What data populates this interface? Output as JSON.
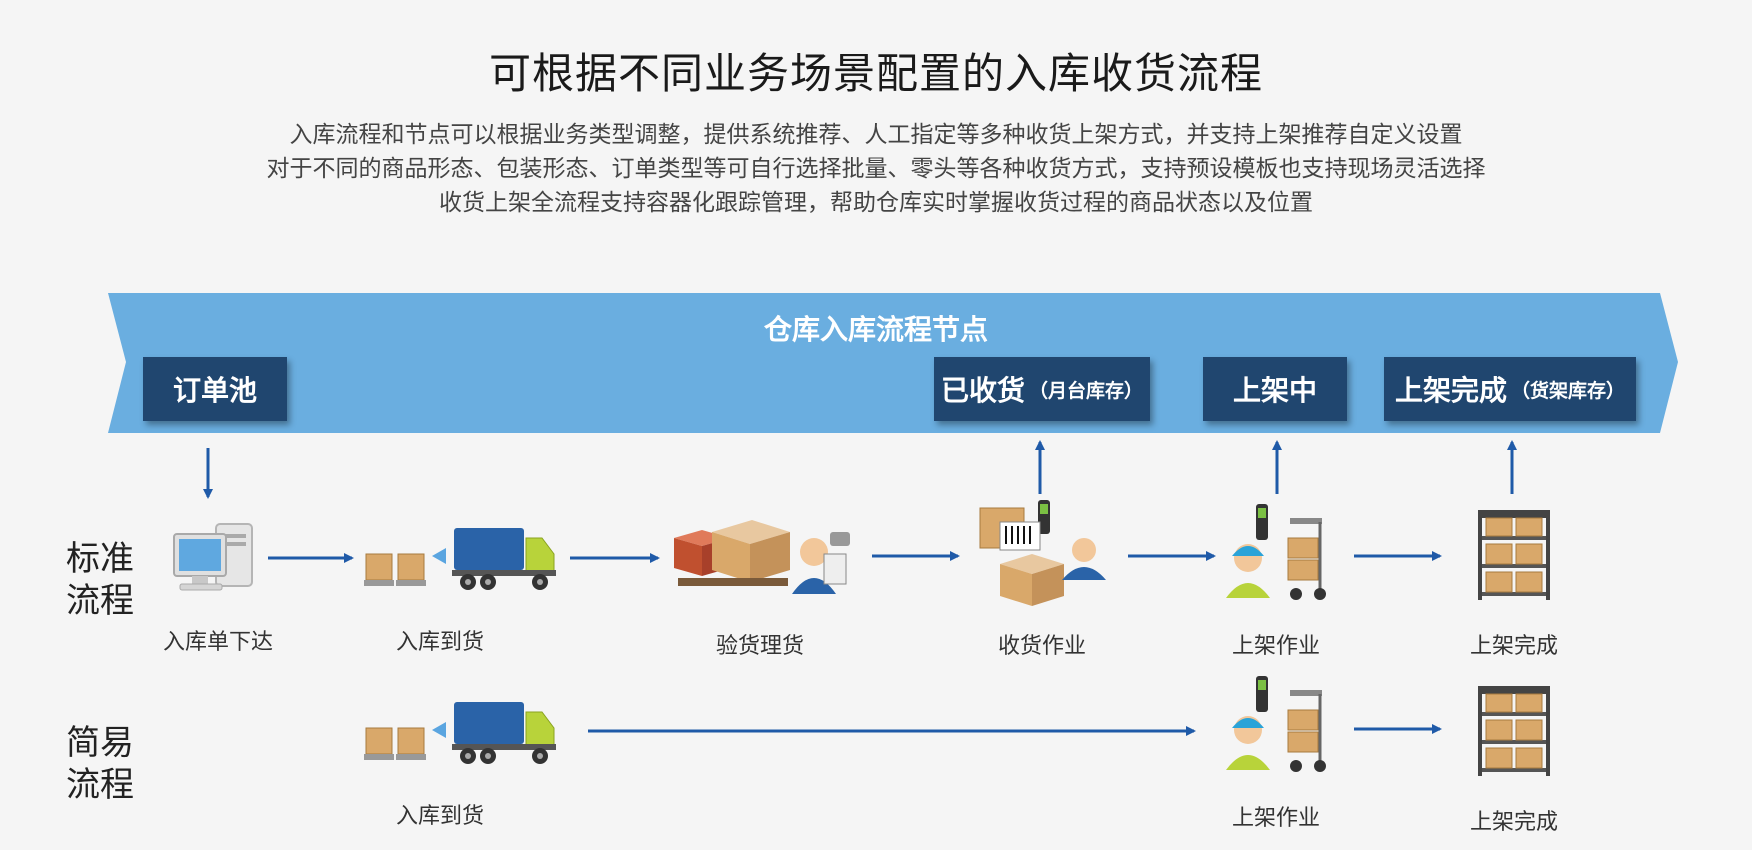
{
  "header": {
    "title": "可根据不同业务场景配置的入库收货流程",
    "lines": [
      "入库流程和节点可以根据业务类型调整，提供系统推荐、人工指定等多种收货上架方式，并支持上架推荐自定义设置",
      "对于不同的商品形态、包装形态、订单类型等可自行选择批量、零头等各种收货方式，支持预设模板也支持现场灵活选择",
      "收货上架全流程支持容器化跟踪管理，帮助仓库实时掌握收货过程的商品状态以及位置"
    ]
  },
  "banner": {
    "title": "仓库入库流程节点",
    "color": "#6aaee0",
    "nodes": [
      {
        "main": "订单池",
        "sub": ""
      },
      {
        "main": "已收货",
        "sub": "（月台库存）"
      },
      {
        "main": "上架中",
        "sub": ""
      },
      {
        "main": "上架完成",
        "sub": "（货架库存）"
      }
    ]
  },
  "rows": {
    "standard": {
      "label_line1": "标准",
      "label_line2": "流程",
      "steps": [
        "入库单下达",
        "入库到货",
        "验货理货",
        "收货作业",
        "上架作业",
        "上架完成"
      ]
    },
    "simple": {
      "label_line1": "简易",
      "label_line2": "流程",
      "steps": [
        "入库到货",
        "上架作业",
        "上架完成"
      ]
    }
  },
  "icons": {
    "computer": "computer-icon",
    "truck": "delivery-truck-icon",
    "inspect": "inspection-worker-icon",
    "receive": "barcode-receiving-icon",
    "putaway": "putaway-worker-icon",
    "shelf": "warehouse-shelf-icon"
  },
  "colors": {
    "node": "#20466f",
    "arrow": "#1f5aa8",
    "box": "#d9a86a",
    "truck": "#2a63a8"
  }
}
